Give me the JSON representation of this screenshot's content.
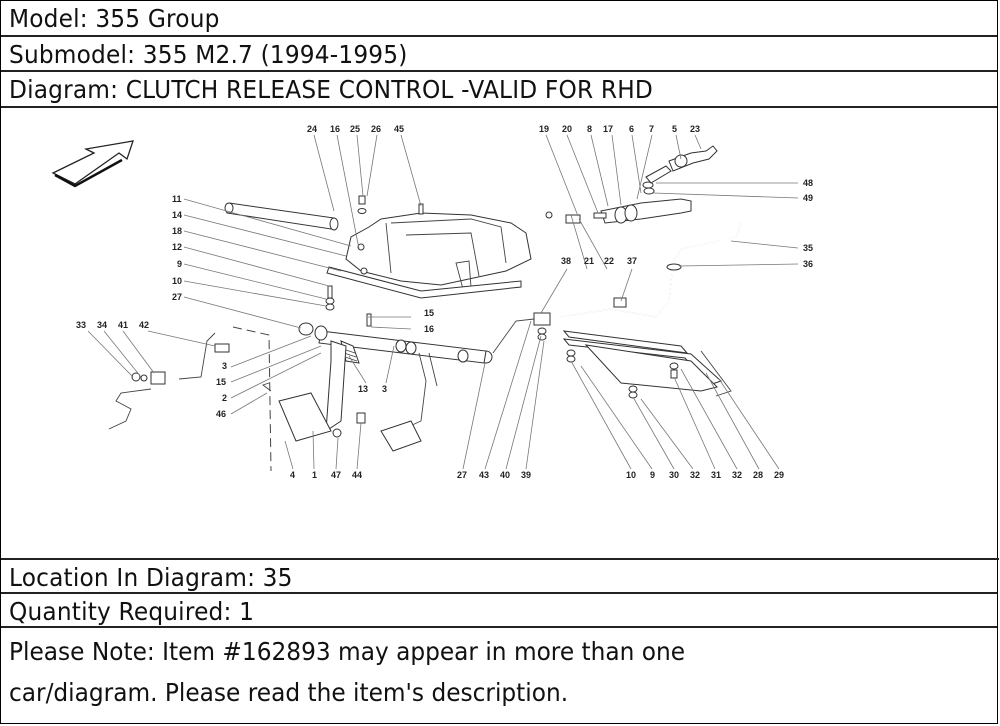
{
  "header": {
    "model": "Model: 355 Group",
    "submodel": "Submodel: 355 M2.7 (1994-1995)",
    "diagram": "Diagram: CLUTCH RELEASE CONTROL -VALID FOR RHD"
  },
  "diagram": {
    "callouts_top": [
      "24",
      "16",
      "25",
      "26",
      "45",
      "19",
      "20",
      "8",
      "17",
      "6",
      "7",
      "5",
      "23"
    ],
    "callouts_right": [
      "48",
      "49",
      "35",
      "36"
    ],
    "callouts_left": [
      "11",
      "14",
      "18",
      "12",
      "9",
      "10",
      "27"
    ],
    "callouts_pedal": [
      "33",
      "34",
      "41",
      "42",
      "3",
      "15",
      "2",
      "46",
      "15",
      "16",
      "13",
      "3"
    ],
    "callouts_mid": [
      "38",
      "21",
      "22",
      "37"
    ],
    "callouts_bottom": [
      "4",
      "1",
      "47",
      "44",
      "27",
      "43",
      "40",
      "39",
      "10",
      "9",
      "30",
      "32",
      "31",
      "32",
      "28",
      "29"
    ],
    "direction_icon": "arrow-up-right-icon"
  },
  "footer": {
    "location": "Location In Diagram: 35",
    "quantity": "Quantity Required: 1",
    "note_line1": "Please Note: Item #162893 may appear in more than one",
    "note_line2": "car/diagram. Please read the item's description."
  }
}
